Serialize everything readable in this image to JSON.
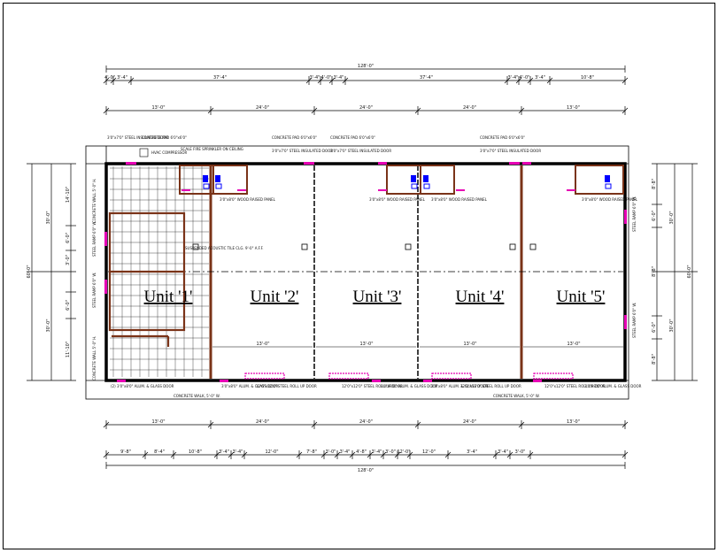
{
  "units": [
    {
      "id": "1",
      "label": "Unit '1'"
    },
    {
      "id": "2",
      "label": "Unit '2'"
    },
    {
      "id": "3",
      "label": "Unit '3'"
    },
    {
      "id": "4",
      "label": "Unit '4'"
    },
    {
      "id": "5",
      "label": "Unit '5'"
    }
  ],
  "dimensions": {
    "top_overall": "128'-0\"",
    "top_segments": [
      "4'-0\"",
      "3'-4\"",
      "37'-4\"",
      "3'-4\"",
      "4'-0\"",
      "3'-4\"",
      "37'-4\"",
      "3'-4\"",
      "4'-0\"",
      "3'-4\"",
      "10'-8\""
    ],
    "top_units": [
      "13'-0\"",
      "24'-0\"",
      "24'-0\"",
      "24'-0\"",
      "13'-0\""
    ],
    "bottom_units": [
      "13'-0\"",
      "24'-0\"",
      "24'-0\"",
      "24'-0\"",
      "13'-0\""
    ],
    "bottom_segments": [
      "9'-8\"",
      "8'-4\"",
      "10'-8\"",
      "3'-4\"",
      "3'-4\"",
      "12'-0\"",
      "7'-8\"",
      "3'-0\"",
      "3'-4\"",
      "4'-8\"",
      "3'-4\"",
      "3'-0\"",
      "12'-0\"",
      "12'-0\"",
      "3'-4\"",
      "3'-4\"",
      "3'-0\""
    ],
    "bottom_overall": "128'-0\"",
    "left_overall": "60'-0\"",
    "left_parts": [
      "30'-0\"",
      "30'-0\""
    ],
    "left_small": [
      "14'-10\"",
      "6'-0\"",
      "3'-0\"",
      "6'-0\"",
      "11'-10\""
    ],
    "right_overall": "60'-0\"",
    "right_parts": [
      "30'-0\"",
      "30'-0\""
    ],
    "right_small": [
      "8'-8\"",
      "6'-0\"",
      "8'-8\"",
      "6'-0\"",
      "8'-8\""
    ],
    "interior": [
      "13'-0\"",
      "13'-0\"",
      "13'-0\"",
      "13'-0\""
    ]
  },
  "notes": {
    "top": [
      "3'0\"x7'0\" STEEL INSULATED DOOR",
      "CONCRETE PAD 6'0\"x6'0\"",
      "HVAC COMPRESSOR",
      "SCALE FIRE SPRINKLER ON CEILING",
      "CONCRETE PAD 6'0\"x6'0\"",
      "3'0\"x7'0\" STEEL INSULATED DOOR",
      "CONCRETE PAD 6'0\"x6'0\"",
      "3'0\"x7'0\" STEEL INSULATED DOOR",
      "CONCRETE PAD 6'0\"x6'0\"",
      "3'0\"x7'0\" STEEL INSULATED DOOR"
    ],
    "interior": [
      "3'0\"x8'0\" WOOD RAISED PANEL",
      "3'0\"x8'0\" WOOD RAISED PANEL",
      "3'0\"x8'0\" WOOD RAISED PANEL",
      "3'0\"x8'0\" WOOD RAISED PANEL",
      "SUSPENDED ACOUSTIC TILE CLG. 9'-0\" A.F.F."
    ],
    "left": [
      "CONCRETE WALL 5'-0\" H.",
      "STEEL RAMP 6'0\" W.",
      "STEEL RAMP 6'0\" W.",
      "CONCRETE WALL 5'-0\" H."
    ],
    "right": [
      "STEEL RAMP 6'0\" W.",
      "STEEL RAMP 6'0\" W."
    ],
    "bottom": [
      "(2) 3'0\"x8'0\" ALUM. & GLASS DOOR",
      "3'0\"x8'0\" ALUM. & GLASS DOOR",
      "12'0\"x12'0\" STEEL ROLL UP DOOR",
      "12'0\"x12'0\" STEEL ROLL UP DOOR",
      "3'0\"x8'0\" ALUM. & GLASS DOOR",
      "3'0\"x8'0\" ALUM. & GLASS DOOR",
      "12'0\"x12'0\" STEEL ROLL UP DOOR",
      "12'0\"x12'0\" STEEL ROLL UP DOOR",
      "3'0\"x8'0\" ALUM. & GLASS DOOR"
    ],
    "concrete_walk": [
      "CONCRETE WALK, 5'-0\" W.",
      "CONCRETE WALK, 5'-0\" W."
    ]
  },
  "colors": {
    "wall": "#7a3318",
    "door": "#e600b4",
    "fixture": "#0000ff",
    "line": "#000000"
  }
}
